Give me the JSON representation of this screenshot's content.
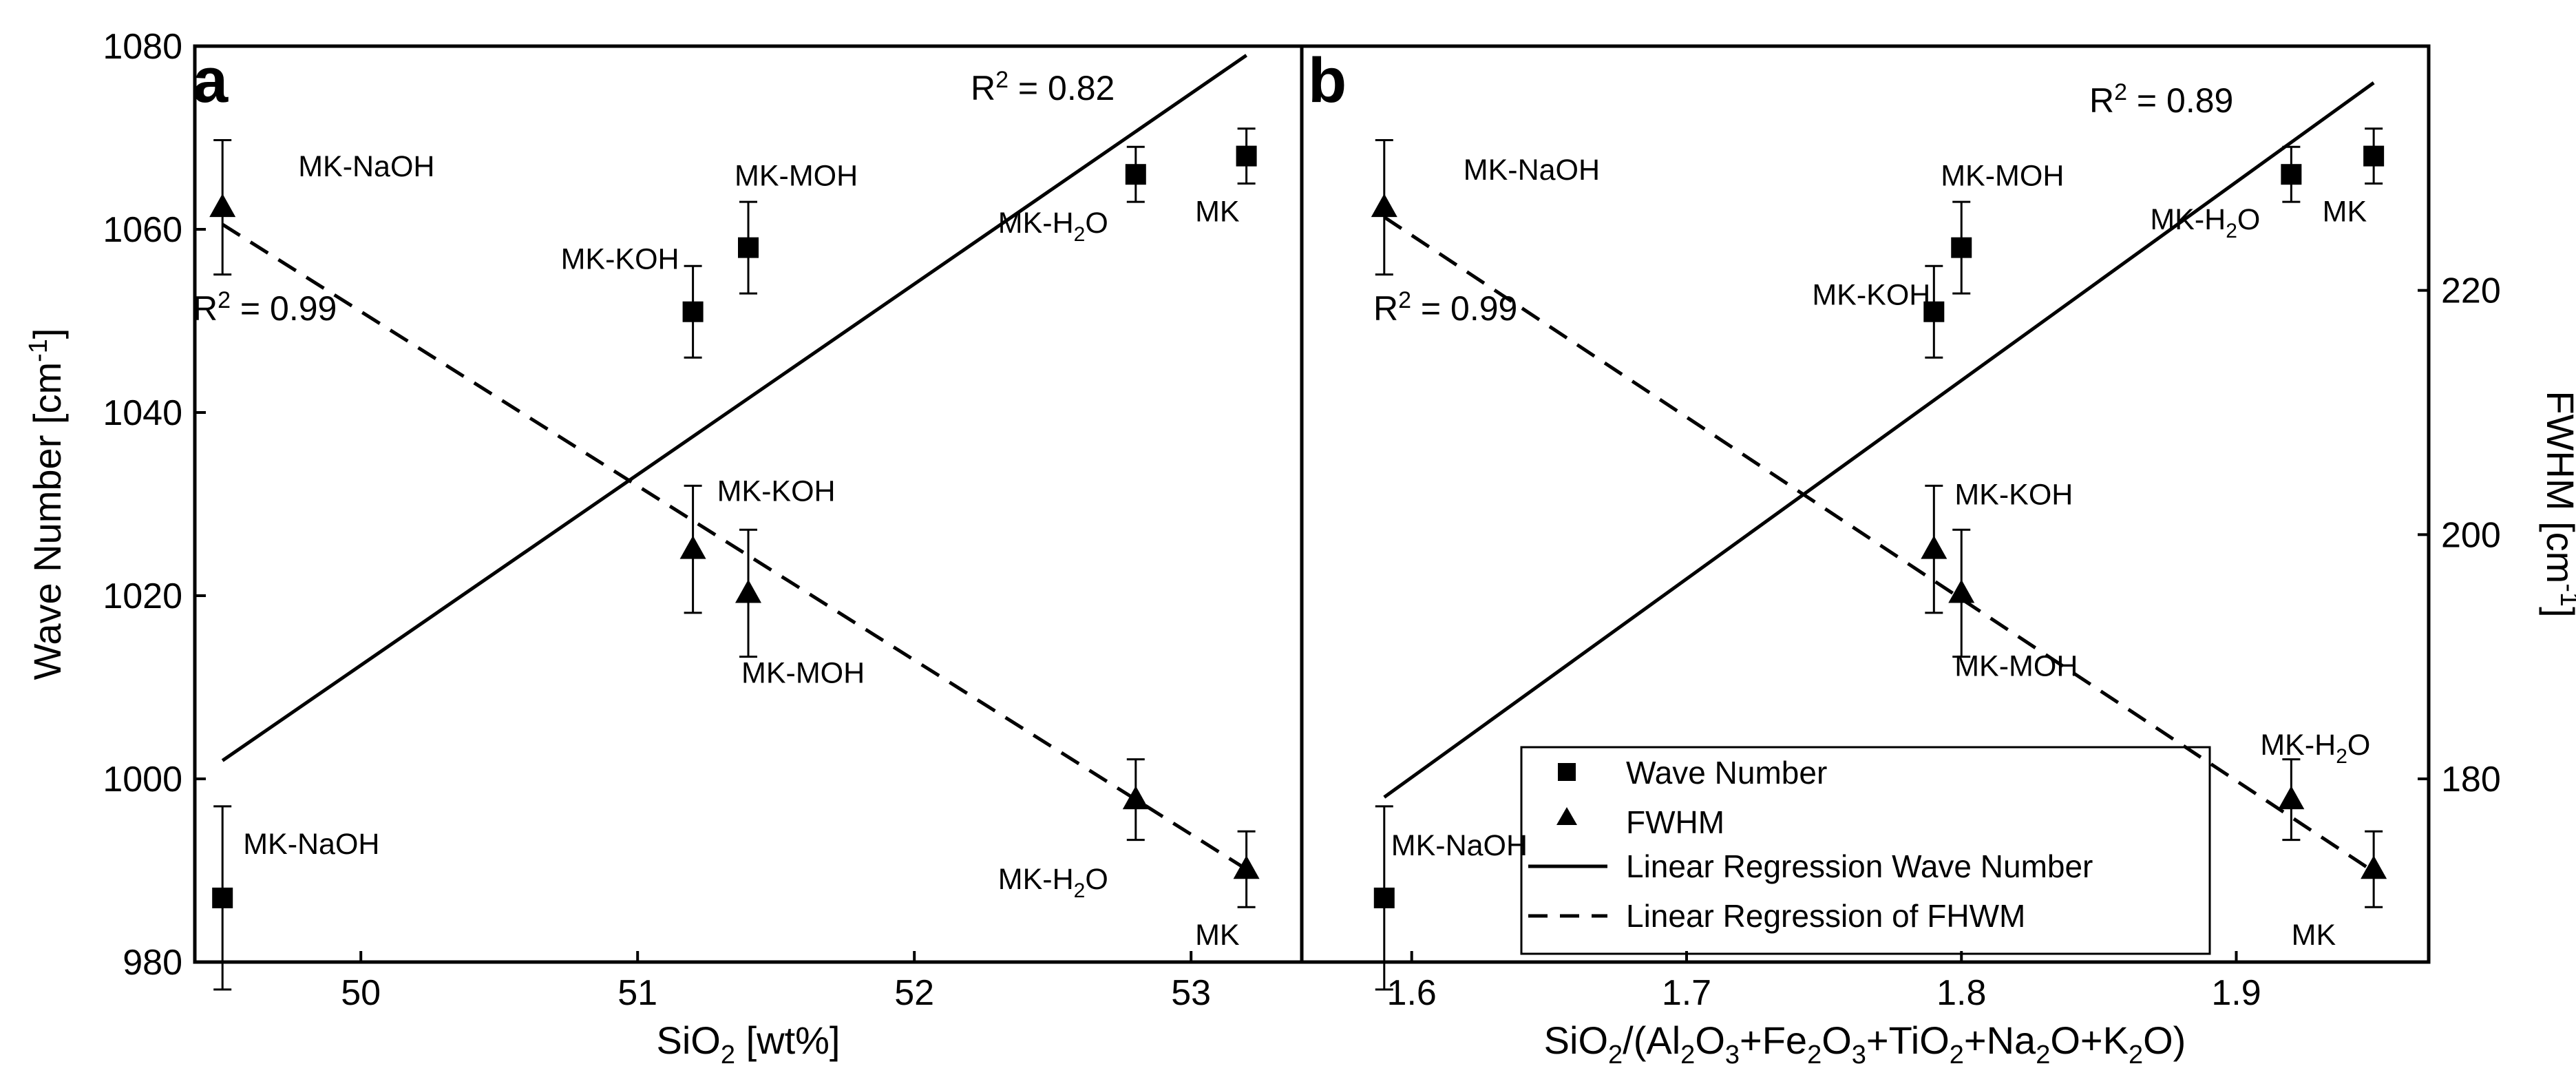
{
  "chart_data": [
    {
      "panel": "a",
      "type": "scatter",
      "xlabel": "SiO2 [wt%]",
      "ylabel_left": "Wave Number [cm-1]",
      "xlim": [
        49.4,
        53.4
      ],
      "ylim_left": [
        980,
        1080
      ],
      "ylim_right": [
        165,
        240
      ],
      "x_ticks": [
        50,
        51,
        52,
        53
      ],
      "y_ticks_left": [
        980,
        1000,
        1020,
        1040,
        1060,
        1080
      ],
      "series": [
        {
          "name": "Wave Number",
          "marker": "square",
          "axis": "left",
          "points": [
            {
              "x": 49.5,
              "y": 987,
              "err": 10,
              "label": "MK-NaOH"
            },
            {
              "x": 51.2,
              "y": 1051,
              "err": 5,
              "label": "MK-KOH"
            },
            {
              "x": 51.4,
              "y": 1058,
              "err": 5,
              "label": "MK-MOH"
            },
            {
              "x": 52.8,
              "y": 1066,
              "err": 3,
              "label": "MK-H2O"
            },
            {
              "x": 53.2,
              "y": 1068,
              "err": 3,
              "label": "MK"
            }
          ]
        },
        {
          "name": "FWHM",
          "marker": "triangle",
          "axis": "right",
          "points": [
            {
              "x": 49.5,
              "y": 226.8,
              "err": 5.5,
              "label": "MK-NaOH"
            },
            {
              "x": 51.2,
              "y": 198.8,
              "err": 5.2,
              "label": "MK-KOH"
            },
            {
              "x": 51.4,
              "y": 195.2,
              "err": 5.2,
              "label": "MK-MOH"
            },
            {
              "x": 52.8,
              "y": 178.3,
              "err": 3.3,
              "label": "MK-H2O"
            },
            {
              "x": 53.2,
              "y": 172.6,
              "err": 3.1,
              "label": "MK"
            }
          ]
        }
      ],
      "regressions": [
        {
          "name": "Linear Regression Wave Number",
          "style": "solid",
          "axis": "left",
          "x": [
            49.5,
            53.2
          ],
          "y": [
            1002,
            1079
          ],
          "r2": "R2 = 0.82"
        },
        {
          "name": "Linear Regression of FHWM",
          "style": "dashed",
          "axis": "right",
          "x": [
            49.5,
            53.2
          ],
          "y": [
            225.4,
            172.6
          ],
          "r2": "R2 = 0.99"
        }
      ]
    },
    {
      "panel": "b",
      "type": "scatter",
      "xlabel": "SiO2/(Al2O3+Fe2O3+TiO2+Na2O+K2O)",
      "ylabel_right": "FWHM [cm-1]",
      "xlim": [
        1.56,
        1.97
      ],
      "ylim_left": [
        980,
        1080
      ],
      "ylim_right": [
        165,
        240
      ],
      "x_ticks": [
        1.6,
        1.7,
        1.8,
        1.9
      ],
      "y_ticks_right": [
        180,
        200,
        220
      ],
      "series": [
        {
          "name": "Wave Number",
          "marker": "square",
          "axis": "left",
          "points": [
            {
              "x": 1.59,
              "y": 987,
              "err": 10,
              "label": "MK-NaOH"
            },
            {
              "x": 1.79,
              "y": 1051,
              "err": 5,
              "label": "MK-KOH"
            },
            {
              "x": 1.8,
              "y": 1058,
              "err": 5,
              "label": "MK-MOH"
            },
            {
              "x": 1.92,
              "y": 1066,
              "err": 3,
              "label": "MK-H2O"
            },
            {
              "x": 1.95,
              "y": 1068,
              "err": 3,
              "label": "MK"
            }
          ]
        },
        {
          "name": "FWHM",
          "marker": "triangle",
          "axis": "right",
          "points": [
            {
              "x": 1.59,
              "y": 226.8,
              "err": 5.5,
              "label": "MK-NaOH"
            },
            {
              "x": 1.79,
              "y": 198.8,
              "err": 5.2,
              "label": "MK-KOH"
            },
            {
              "x": 1.8,
              "y": 195.2,
              "err": 5.2,
              "label": "MK-MOH"
            },
            {
              "x": 1.92,
              "y": 178.3,
              "err": 3.3,
              "label": "MK-H2O"
            },
            {
              "x": 1.95,
              "y": 172.6,
              "err": 3.1,
              "label": "MK"
            }
          ]
        }
      ],
      "regressions": [
        {
          "name": "Linear Regression Wave Number",
          "style": "solid",
          "axis": "left",
          "x": [
            1.59,
            1.95
          ],
          "y": [
            998,
            1076
          ],
          "r2": "R2 = 0.89"
        },
        {
          "name": "Linear Regression of FHWM",
          "style": "dashed",
          "axis": "right",
          "x": [
            1.59,
            1.95
          ],
          "y": [
            226.0,
            172.4
          ],
          "r2": "R2 = 0.99"
        }
      ]
    }
  ],
  "legend": {
    "placement": "bottom-right of panel b",
    "entries": [
      {
        "label": "Wave Number",
        "symbol": "square"
      },
      {
        "label": "FWHM",
        "symbol": "triangle"
      },
      {
        "label": "Linear Regression Wave Number",
        "symbol": "solid-line"
      },
      {
        "label": "Linear Regression of FHWM",
        "symbol": "dashed-line"
      }
    ]
  },
  "labels": {
    "panel_a": "a",
    "panel_b": "b",
    "ylabel_left_main": "Wave Number [cm",
    "ylabel_left_sup": "-1",
    "ylabel_left_end": "]",
    "ylabel_right_main": "FWHM [cm",
    "ylabel_right_sup": "-1",
    "ylabel_right_end": "]",
    "xlabel_a": {
      "p1": "SiO",
      "s1": "2",
      "p2": " [wt%]"
    },
    "xlabel_b": {
      "p1": "SiO",
      "s1": "2",
      "p2": "/(Al",
      "s2": "2",
      "p3": "O",
      "s3": "3",
      "p4": "+Fe",
      "s4": "2",
      "p5": "O",
      "s5": "3",
      "p6": "+TiO",
      "s6": "2",
      "p7": "+Na",
      "s7": "2",
      "p8": "O+K",
      "s8": "2",
      "p9": "O)"
    },
    "r2_a_solid": {
      "pre": "R",
      "sup": "2",
      "post": " = 0.82"
    },
    "r2_a_dashed": {
      "pre": "R",
      "sup": "2",
      "post": " = 0.99"
    },
    "r2_b_solid": {
      "pre": "R",
      "sup": "2",
      "post": " = 0.89"
    },
    "r2_b_dashed": {
      "pre": "R",
      "sup": "2",
      "post": " = 0.99"
    },
    "h2o_label": {
      "pre": "MK-H",
      "sub": "2",
      "post": "O"
    }
  },
  "colors": {
    "ink": "#000000",
    "background": "#ffffff"
  }
}
